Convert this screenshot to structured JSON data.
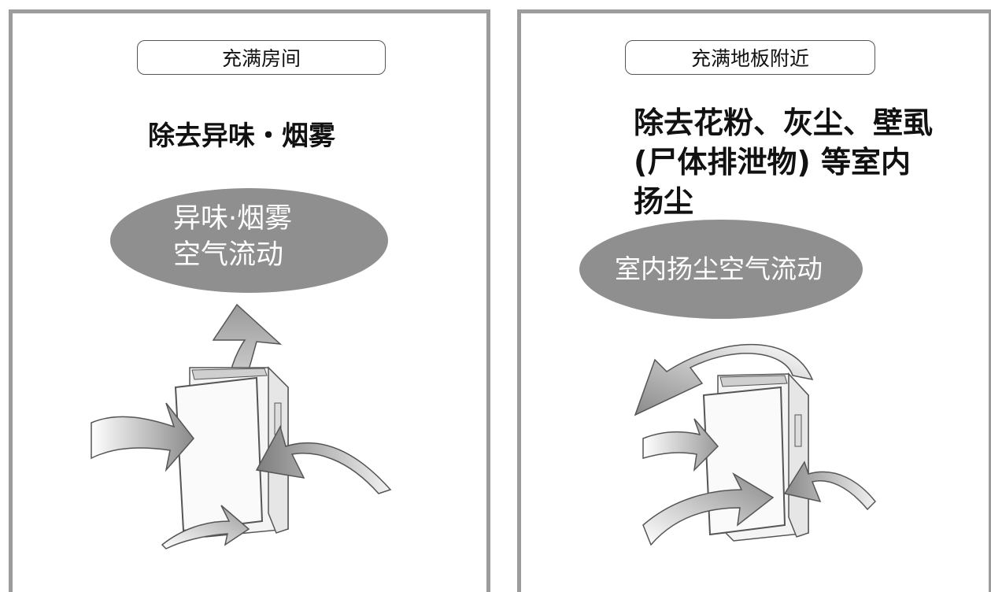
{
  "panels": [
    {
      "mode_label": "充满房间",
      "headline": "除去异味・烟雾",
      "airflow_lines": [
        "异味·烟雾",
        "空气流动"
      ]
    },
    {
      "mode_label": "充满地板附近",
      "headline_lines": [
        "除去花粉、灰尘、壁虱",
        "(尸体排泄物) 等室内",
        "扬尘"
      ],
      "airflow_text": "室内扬尘空气流动"
    }
  ],
  "colors": {
    "frame": "#9c9c9c",
    "ellipse": "#8f8f8f",
    "arrow_gray": "#bdbdbd"
  },
  "icons": [
    "air-purifier-icon",
    "arrow-icon"
  ]
}
